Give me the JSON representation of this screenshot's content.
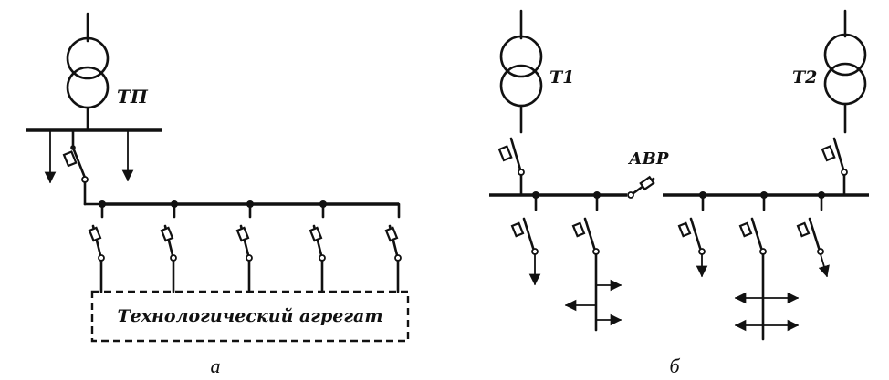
{
  "panel_a": {
    "transformer_label": "ТП",
    "unit_label": "Технологический агрегат",
    "caption": "а"
  },
  "panel_b": {
    "t1_label": "Т1",
    "t2_label": "Т2",
    "avr_label": "АВР",
    "caption": "б"
  }
}
